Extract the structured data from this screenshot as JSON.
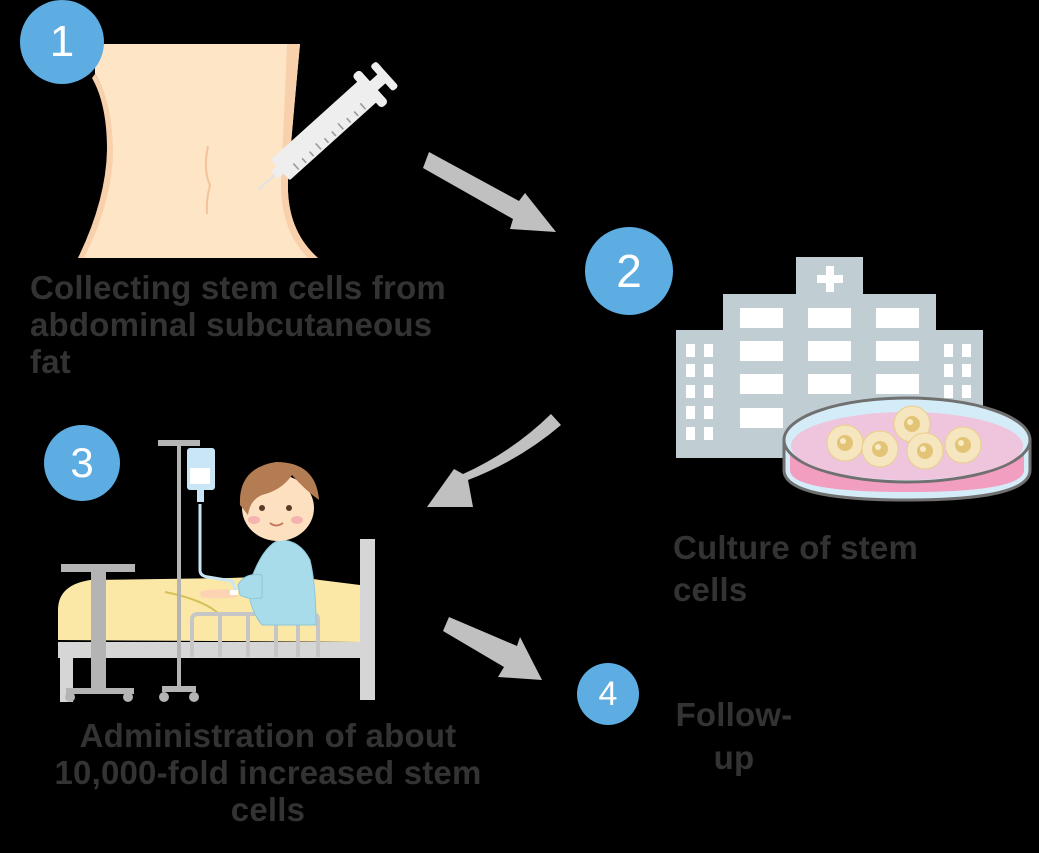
{
  "colors": {
    "background": "#000000",
    "step_circle": "#5dade2",
    "step_number": "#ffffff",
    "label_text": "#333333",
    "arrow": "#c0c0c0",
    "skin": "#fde5c5",
    "building": "#c0ced4",
    "dish_liquid": "#f29ec1",
    "cell": "#f3dfa8",
    "blanket": "#fbe8a6",
    "gown": "#a8dcea",
    "hair": "#b47c52",
    "bed_frame": "#cfcfcf"
  },
  "steps": [
    {
      "number": "1",
      "label_lines": [
        "Collecting stem cells from",
        "abdominal subcutaneous",
        "fat"
      ],
      "illustration": "abdomen-with-syringe"
    },
    {
      "number": "2",
      "label_lines": [
        "Culture of stem",
        "cells"
      ],
      "illustration": "hospital-and-petri-dish"
    },
    {
      "number": "3",
      "label_lines": [
        "Administration of about",
        "10,000-fold increased stem",
        "cells"
      ],
      "illustration": "patient-in-bed-with-iv-drip"
    },
    {
      "number": "4",
      "label_lines": [
        "Follow-",
        "up"
      ],
      "illustration": "none"
    }
  ],
  "arrows": [
    {
      "from": "step-1",
      "to": "step-2",
      "direction": "down-right"
    },
    {
      "from": "step-2",
      "to": "step-3",
      "direction": "down-left"
    },
    {
      "from": "step-3",
      "to": "step-4",
      "direction": "down-right"
    }
  ]
}
